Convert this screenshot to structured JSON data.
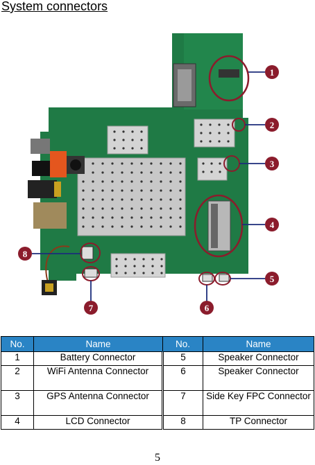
{
  "heading": "System connectors",
  "callouts": [
    "1",
    "2",
    "3",
    "4",
    "5",
    "6",
    "7",
    "8"
  ],
  "table": {
    "headers": [
      "No.",
      "Name",
      "No.",
      "Name"
    ],
    "rows": [
      {
        "n1": "1",
        "name1": "Battery Connector",
        "n2": "5",
        "name2": "Speaker Connector"
      },
      {
        "n1": "2",
        "name1": "WiFi Antenna Connector",
        "n2": "6",
        "name2": "Speaker Connector"
      },
      {
        "n1": "3",
        "name1": "GPS Antenna Connector",
        "n2": "7",
        "name2": "Side Key FPC Connector"
      },
      {
        "n1": "4",
        "name1": "LCD Connector",
        "n2": "8",
        "name2": "TP Connector"
      }
    ]
  },
  "page_number": "5",
  "colors": {
    "board": "#1f7a45",
    "callout": "#8b1c2c",
    "header": "#2a84c5"
  }
}
